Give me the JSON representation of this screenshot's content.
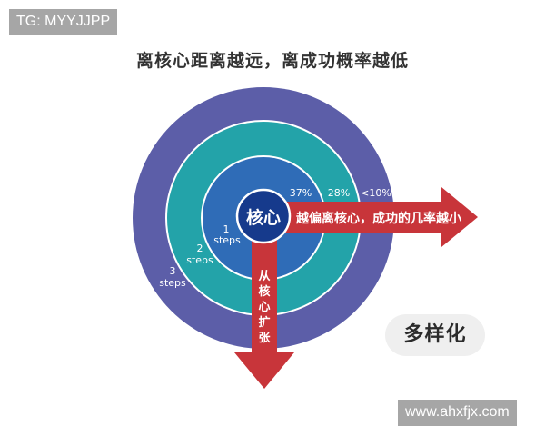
{
  "watermarks": {
    "top": "TG: MYYJJPP",
    "bottom": "www.ahxfjx.com"
  },
  "title": "离核心距离越远，离成功概率越低",
  "core": {
    "label": "核心",
    "color": "#163a8c"
  },
  "rings": [
    {
      "steps_num": "1",
      "steps_word": "steps",
      "probability": "37%",
      "color": "#2f6cb7"
    },
    {
      "steps_num": "2",
      "steps_word": "steps",
      "probability": "28%",
      "color": "#23a3a9"
    },
    {
      "steps_num": "3",
      "steps_word": "steps",
      "probability": "<10%",
      "color": "#5c5ea8"
    }
  ],
  "arrows": {
    "horizontal_label": "越偏离核心，成功的几率越小",
    "vertical_label": [
      "从",
      "核",
      "心",
      "扩",
      "张"
    ],
    "color": "#c8353a"
  },
  "badge": "多样化"
}
